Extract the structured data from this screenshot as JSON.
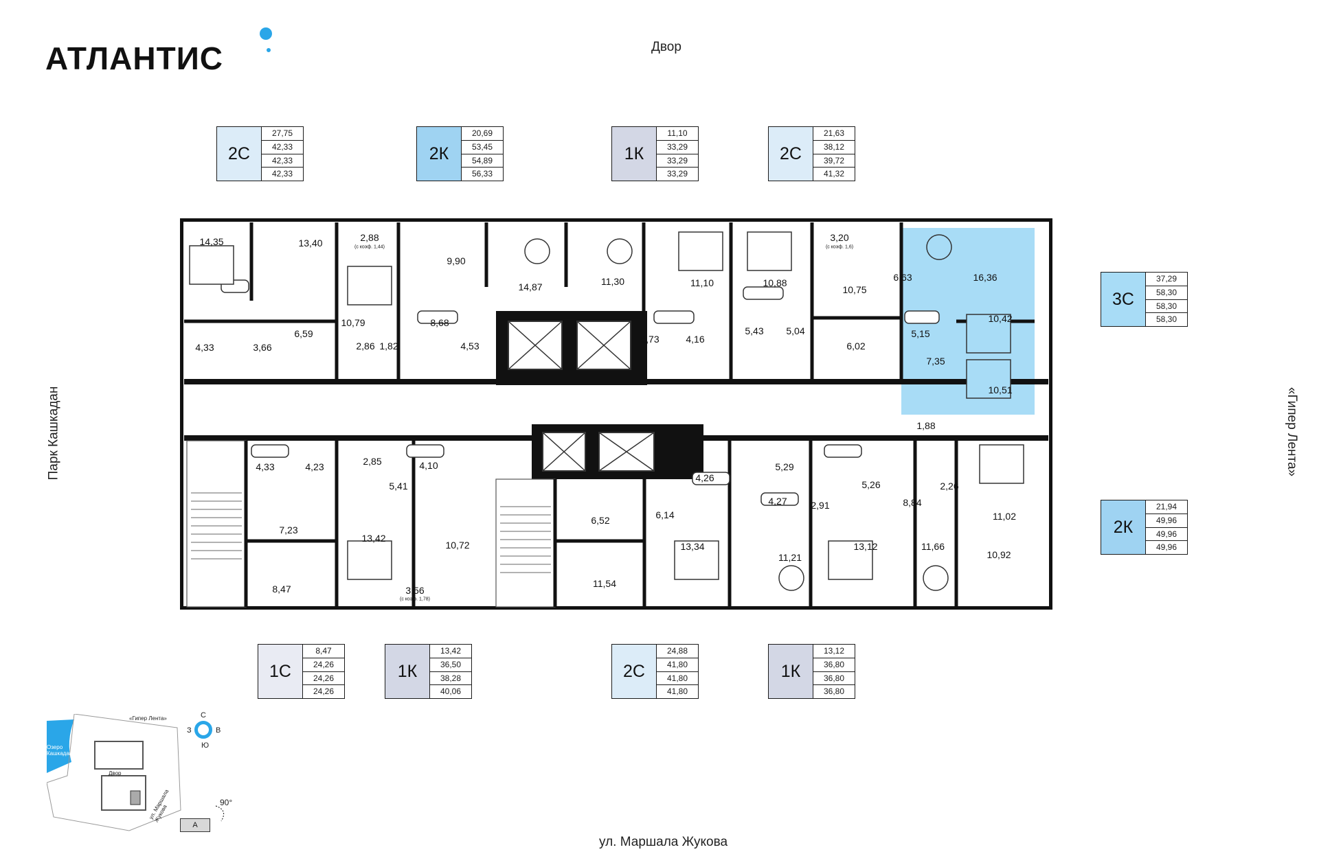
{
  "brand": {
    "name": "АТЛАНТИС",
    "accent": "#2aa6e8"
  },
  "labels": {
    "top": "Двор",
    "left": "Парк Кашкадан",
    "right": "«Гипер Лента»",
    "bottom": "ул. Маршала Жукова"
  },
  "colors": {
    "type_2C": "#dcecf8",
    "type_2K": "#9fd3f2",
    "type_1K": "#d3d7e5",
    "type_1C": "#e9ebf3",
    "type_3C": "#a8dcf6",
    "highlight": "#a8dcf6",
    "walls": "#111111"
  },
  "cards": [
    {
      "type": "2С",
      "color_key": "type_2C",
      "values": [
        "27,75",
        "42,33",
        "42,33",
        "42,33"
      ]
    },
    {
      "type": "2К",
      "color_key": "type_2K",
      "values": [
        "20,69",
        "53,45",
        "54,89",
        "56,33"
      ]
    },
    {
      "type": "1К",
      "color_key": "type_1K",
      "values": [
        "11,10",
        "33,29",
        "33,29",
        "33,29"
      ]
    },
    {
      "type": "2С",
      "color_key": "type_2C",
      "values": [
        "21,63",
        "38,12",
        "39,72",
        "41,32"
      ]
    },
    {
      "type": "3С",
      "color_key": "type_3C",
      "values": [
        "37,29",
        "58,30",
        "58,30",
        "58,30"
      ]
    },
    {
      "type": "2К",
      "color_key": "type_2K",
      "values": [
        "21,94",
        "49,96",
        "49,96",
        "49,96"
      ]
    },
    {
      "type": "1С",
      "color_key": "type_1C",
      "values": [
        "8,47",
        "24,26",
        "24,26",
        "24,26"
      ]
    },
    {
      "type": "1К",
      "color_key": "type_1K",
      "values": [
        "13,42",
        "36,50",
        "38,28",
        "40,06"
      ]
    },
    {
      "type": "2С",
      "color_key": "type_2C",
      "values": [
        "24,88",
        "41,80",
        "41,80",
        "41,80"
      ]
    },
    {
      "type": "1К",
      "color_key": "type_1K",
      "values": [
        "13,12",
        "36,80",
        "36,80",
        "36,80"
      ]
    }
  ],
  "rooms": [
    "14,35",
    "13,40",
    "2,88",
    "(с коэф. 1,44)",
    "9,90",
    "14,87",
    "11,30",
    "11,10",
    "10,88",
    "3,20",
    "(с коэф. 1,6)",
    "10,75",
    "6,63",
    "16,36",
    "4,33",
    "3,66",
    "6,59",
    "10,79",
    "2,86",
    "1,82",
    "8,68",
    "4,53",
    "6,73",
    "4,16",
    "5,43",
    "5,04",
    "6,02",
    "5,15",
    "7,35",
    "10,42",
    "10,51",
    "1,88",
    "4,33",
    "4,23",
    "2,85",
    "4,10",
    "5,41",
    "7,23",
    "13,42",
    "10,72",
    "3,56",
    "(с коэф. 1,78)",
    "8,47",
    "6,52",
    "11,54",
    "4,26",
    "6,14",
    "13,34",
    "5,29",
    "4,27",
    "2,91",
    "11,21",
    "13,12",
    "5,26",
    "8,84",
    "2,26",
    "11,02",
    "11,66",
    "10,92"
  ],
  "minimap": {
    "lake": "Озеро Кашкадан",
    "store": "«Гипер Лента»",
    "yard": "Двор",
    "street": "ул. Маршала Жукова",
    "compass": {
      "n": "С",
      "s": "Ю",
      "w": "З",
      "e": "В"
    },
    "rotation": "90°",
    "section": "А"
  }
}
